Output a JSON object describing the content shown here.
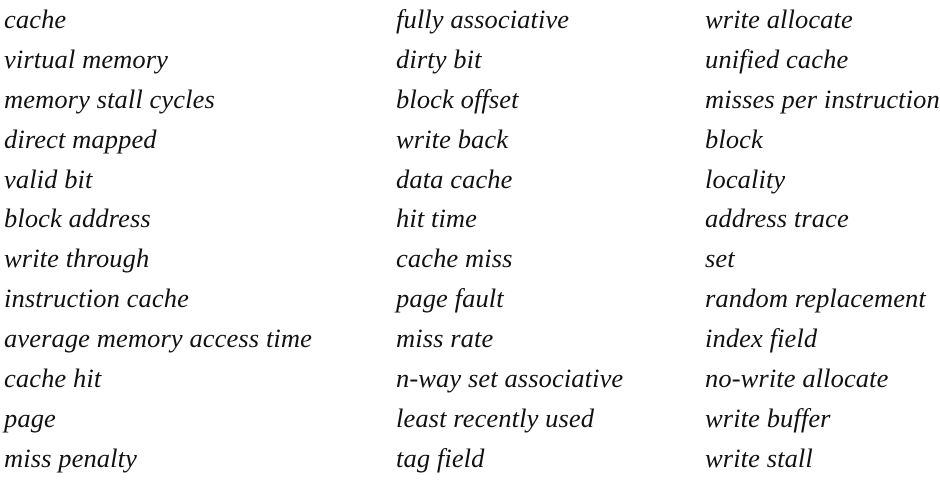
{
  "page": {
    "kind": "key-terms-glossary",
    "background_color": "#ffffff",
    "text_color": "#111111",
    "column_count": 3,
    "row_count": 12
  },
  "columns": [
    {
      "name": "column-1",
      "items": [
        "cache",
        "virtual memory",
        "memory stall cycles",
        "direct mapped",
        "valid bit",
        "block address",
        "write through",
        "instruction cache",
        "average memory access time",
        "cache hit",
        "page",
        "miss penalty"
      ]
    },
    {
      "name": "column-2",
      "items": [
        "fully associative",
        "dirty bit",
        "block offset",
        "write back",
        "data cache",
        "hit time",
        "cache miss",
        "page fault",
        "miss rate",
        "n-way set associative",
        "least recently used",
        "tag field"
      ]
    },
    {
      "name": "column-3",
      "items": [
        "write allocate",
        "unified cache",
        "misses per instruction",
        "block",
        "locality",
        "address trace",
        "set",
        "random replacement",
        "index field",
        "no-write allocate",
        "write buffer",
        "write stall"
      ]
    }
  ]
}
